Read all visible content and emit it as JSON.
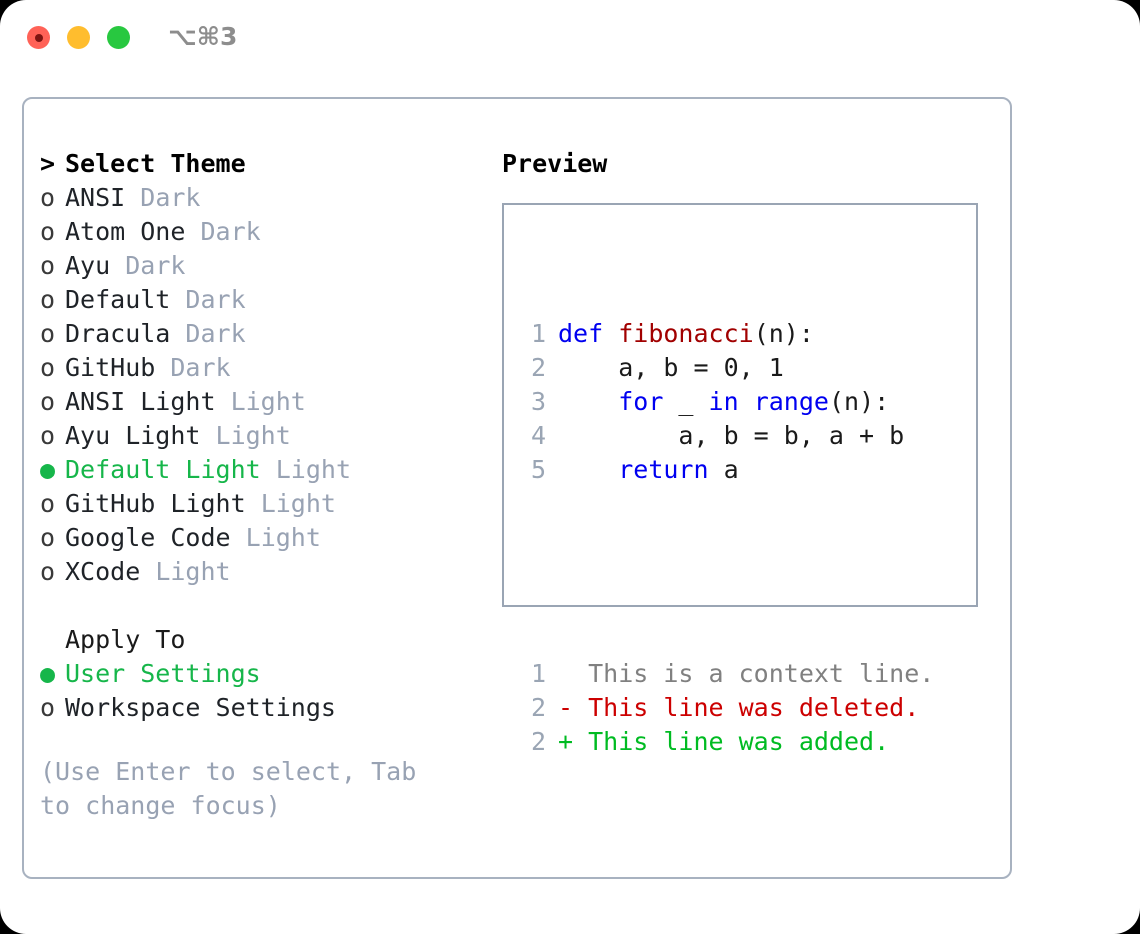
{
  "titlebar": {
    "shortcut": "⌥⌘3",
    "lights": [
      {
        "name": "close",
        "color": "#ff6257"
      },
      {
        "name": "minimize",
        "color": "#ffbd2e"
      },
      {
        "name": "maximize",
        "color": "#28c840"
      }
    ]
  },
  "theme_picker": {
    "heading_marker": ">",
    "heading": "Select Theme",
    "items": [
      {
        "marker": "o",
        "selected": false,
        "name": "ANSI",
        "variant": "Dark"
      },
      {
        "marker": "o",
        "selected": false,
        "name": "Atom One",
        "variant": "Dark"
      },
      {
        "marker": "o",
        "selected": false,
        "name": "Ayu",
        "variant": "Dark"
      },
      {
        "marker": "o",
        "selected": false,
        "name": "Default",
        "variant": "Dark"
      },
      {
        "marker": "o",
        "selected": false,
        "name": "Dracula",
        "variant": "Dark"
      },
      {
        "marker": "o",
        "selected": false,
        "name": "GitHub",
        "variant": "Dark"
      },
      {
        "marker": "o",
        "selected": false,
        "name": "ANSI Light",
        "variant": "Light"
      },
      {
        "marker": "o",
        "selected": false,
        "name": "Ayu Light",
        "variant": "Light"
      },
      {
        "marker": "●",
        "selected": true,
        "name": "Default Light",
        "variant": "Light"
      },
      {
        "marker": "o",
        "selected": false,
        "name": "GitHub Light",
        "variant": "Light"
      },
      {
        "marker": "o",
        "selected": false,
        "name": "Google Code",
        "variant": "Light"
      },
      {
        "marker": "o",
        "selected": false,
        "name": "XCode",
        "variant": "Light"
      }
    ]
  },
  "apply_to": {
    "heading": "Apply To",
    "items": [
      {
        "marker": "●",
        "selected": true,
        "label": "User Settings"
      },
      {
        "marker": "o",
        "selected": false,
        "label": "Workspace Settings"
      }
    ]
  },
  "hint": "(Use Enter to select, Tab to change focus)",
  "preview": {
    "title": "Preview",
    "code_lines": [
      {
        "num": "1",
        "tokens": [
          {
            "t": "def ",
            "c": "kw"
          },
          {
            "t": "fibonacci",
            "c": "fn"
          },
          {
            "t": "(n):",
            "c": "pl"
          }
        ]
      },
      {
        "num": "2",
        "tokens": [
          {
            "t": "    a, b = 0, 1",
            "c": "pl"
          }
        ]
      },
      {
        "num": "3",
        "tokens": [
          {
            "t": "    ",
            "c": "pl"
          },
          {
            "t": "for",
            "c": "kw"
          },
          {
            "t": " _ ",
            "c": "pl"
          },
          {
            "t": "in",
            "c": "kw"
          },
          {
            "t": " ",
            "c": "pl"
          },
          {
            "t": "range",
            "c": "kw"
          },
          {
            "t": "(n):",
            "c": "pl"
          }
        ]
      },
      {
        "num": "4",
        "tokens": [
          {
            "t": "        a, b = b, a + b",
            "c": "pl"
          }
        ]
      },
      {
        "num": "5",
        "tokens": [
          {
            "t": "    ",
            "c": "pl"
          },
          {
            "t": "return",
            "c": "kw"
          },
          {
            "t": " a",
            "c": "pl"
          }
        ]
      }
    ],
    "diff_lines": [
      {
        "num": "1",
        "sign": " ",
        "text": " This is a context line.",
        "kind": "ctx"
      },
      {
        "num": "2",
        "sign": "-",
        "text": " This line was deleted.",
        "kind": "del"
      },
      {
        "num": "2",
        "sign": "+",
        "text": " This line was added.",
        "kind": "add"
      }
    ]
  },
  "colors": {
    "accent_green": "#16b64a",
    "muted_gray": "#98a2b3",
    "border": "#a8b2c0",
    "keyword_blue": "#0000f0",
    "function_red": "#a10000",
    "diff_added": "#00bb22",
    "diff_deleted": "#cc0000"
  }
}
